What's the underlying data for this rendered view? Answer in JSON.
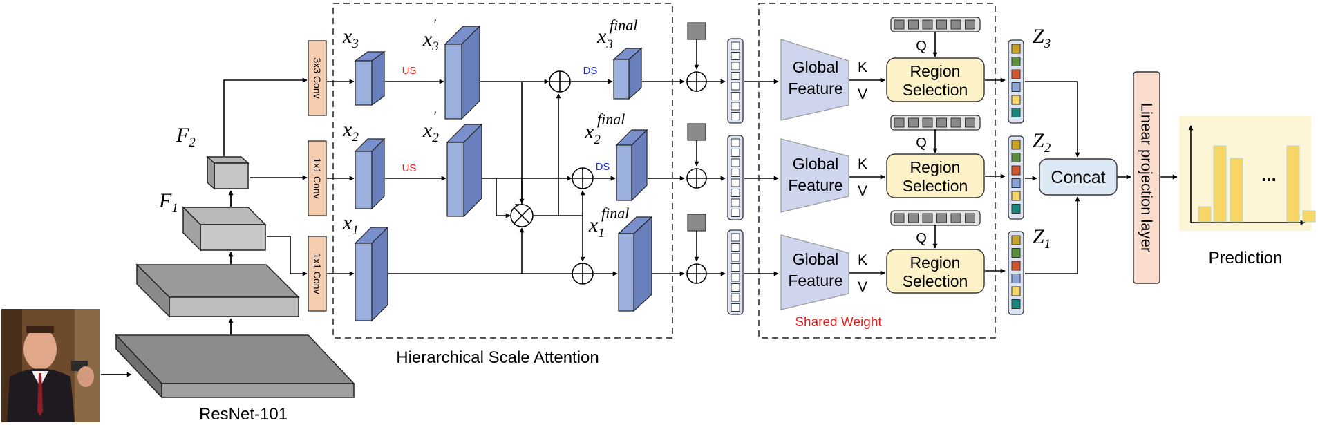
{
  "backbone": {
    "label": "ResNet-101",
    "features": [
      {
        "base": "F",
        "sub": "1"
      },
      {
        "base": "F",
        "sub": "2"
      }
    ]
  },
  "convs": [
    "3x3 Conv",
    "1x1 Conv",
    "1x1 Conv"
  ],
  "hsa": {
    "label": "Hierarchical Scale Attention",
    "inputs": [
      {
        "base": "x",
        "sub": "3"
      },
      {
        "base": "x",
        "sub": "2"
      },
      {
        "base": "x",
        "sub": "1"
      }
    ],
    "upsampled": [
      {
        "base": "x",
        "sub": "3",
        "sup": "'"
      },
      {
        "base": "x",
        "sub": "2",
        "sup": "'"
      }
    ],
    "finals": [
      {
        "base": "x",
        "sub": "3",
        "sup": "final"
      },
      {
        "base": "x",
        "sub": "2",
        "sup": "final"
      },
      {
        "base": "x",
        "sub": "1",
        "sup": "final"
      }
    ],
    "us_label": "US",
    "ds_label": "DS",
    "colors": {
      "us": "#e02020",
      "ds": "#1a2bd6"
    }
  },
  "shared": {
    "label": "Shared Weight",
    "label_color": "#e02020",
    "global_feature": [
      "Global",
      "Feature"
    ],
    "k_label": "K",
    "v_label": "V",
    "q_label": "Q",
    "region_selection": [
      "Region",
      "Selection"
    ]
  },
  "outputs": [
    {
      "base": "Z",
      "sub": "3"
    },
    {
      "base": "Z",
      "sub": "2"
    },
    {
      "base": "Z",
      "sub": "1"
    }
  ],
  "concat_label": "Concat",
  "linear_label": "Linear projection layer",
  "prediction": {
    "label": "Prediction",
    "ellipsis": "..."
  },
  "colors": {
    "conv_fill": "#f7cdb0",
    "block_front": "#9bb0dc",
    "block_side": "#6f86c4",
    "global_fill": "#cfd5ec",
    "region_fill": "#fdf1c8",
    "concat_fill": "#dce8f4",
    "linear_fill": "#f9dccb",
    "pred_bg": "#fdf5d6",
    "pred_bar": "#f7d665",
    "token_colors": [
      "#c9a227",
      "#5a8f3c",
      "#d0552a",
      "#8aa4d8",
      "#f6d56a",
      "#18857d"
    ]
  }
}
